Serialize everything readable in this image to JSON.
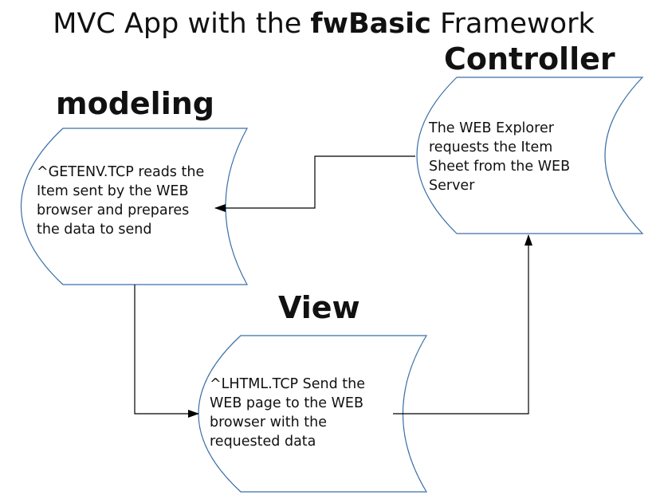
{
  "title": {
    "prefix": "MVC App with the ",
    "bold": "fwBasic",
    "suffix": " Framework"
  },
  "nodes": {
    "model": {
      "heading": "modeling",
      "text": "^GETENV.TCP reads the Item sent by the WEB browser and prepares the data to send"
    },
    "controller": {
      "heading": "Controller",
      "text": "The WEB Explorer requests the Item Sheet from the WEB Server"
    },
    "view": {
      "heading": "View",
      "text": "^LHTML.TCP Send the WEB page to the WEB browser with the requested data"
    }
  },
  "colors": {
    "shape_stroke": "#3b6fa6",
    "connector": "#000000",
    "text": "#111111"
  }
}
